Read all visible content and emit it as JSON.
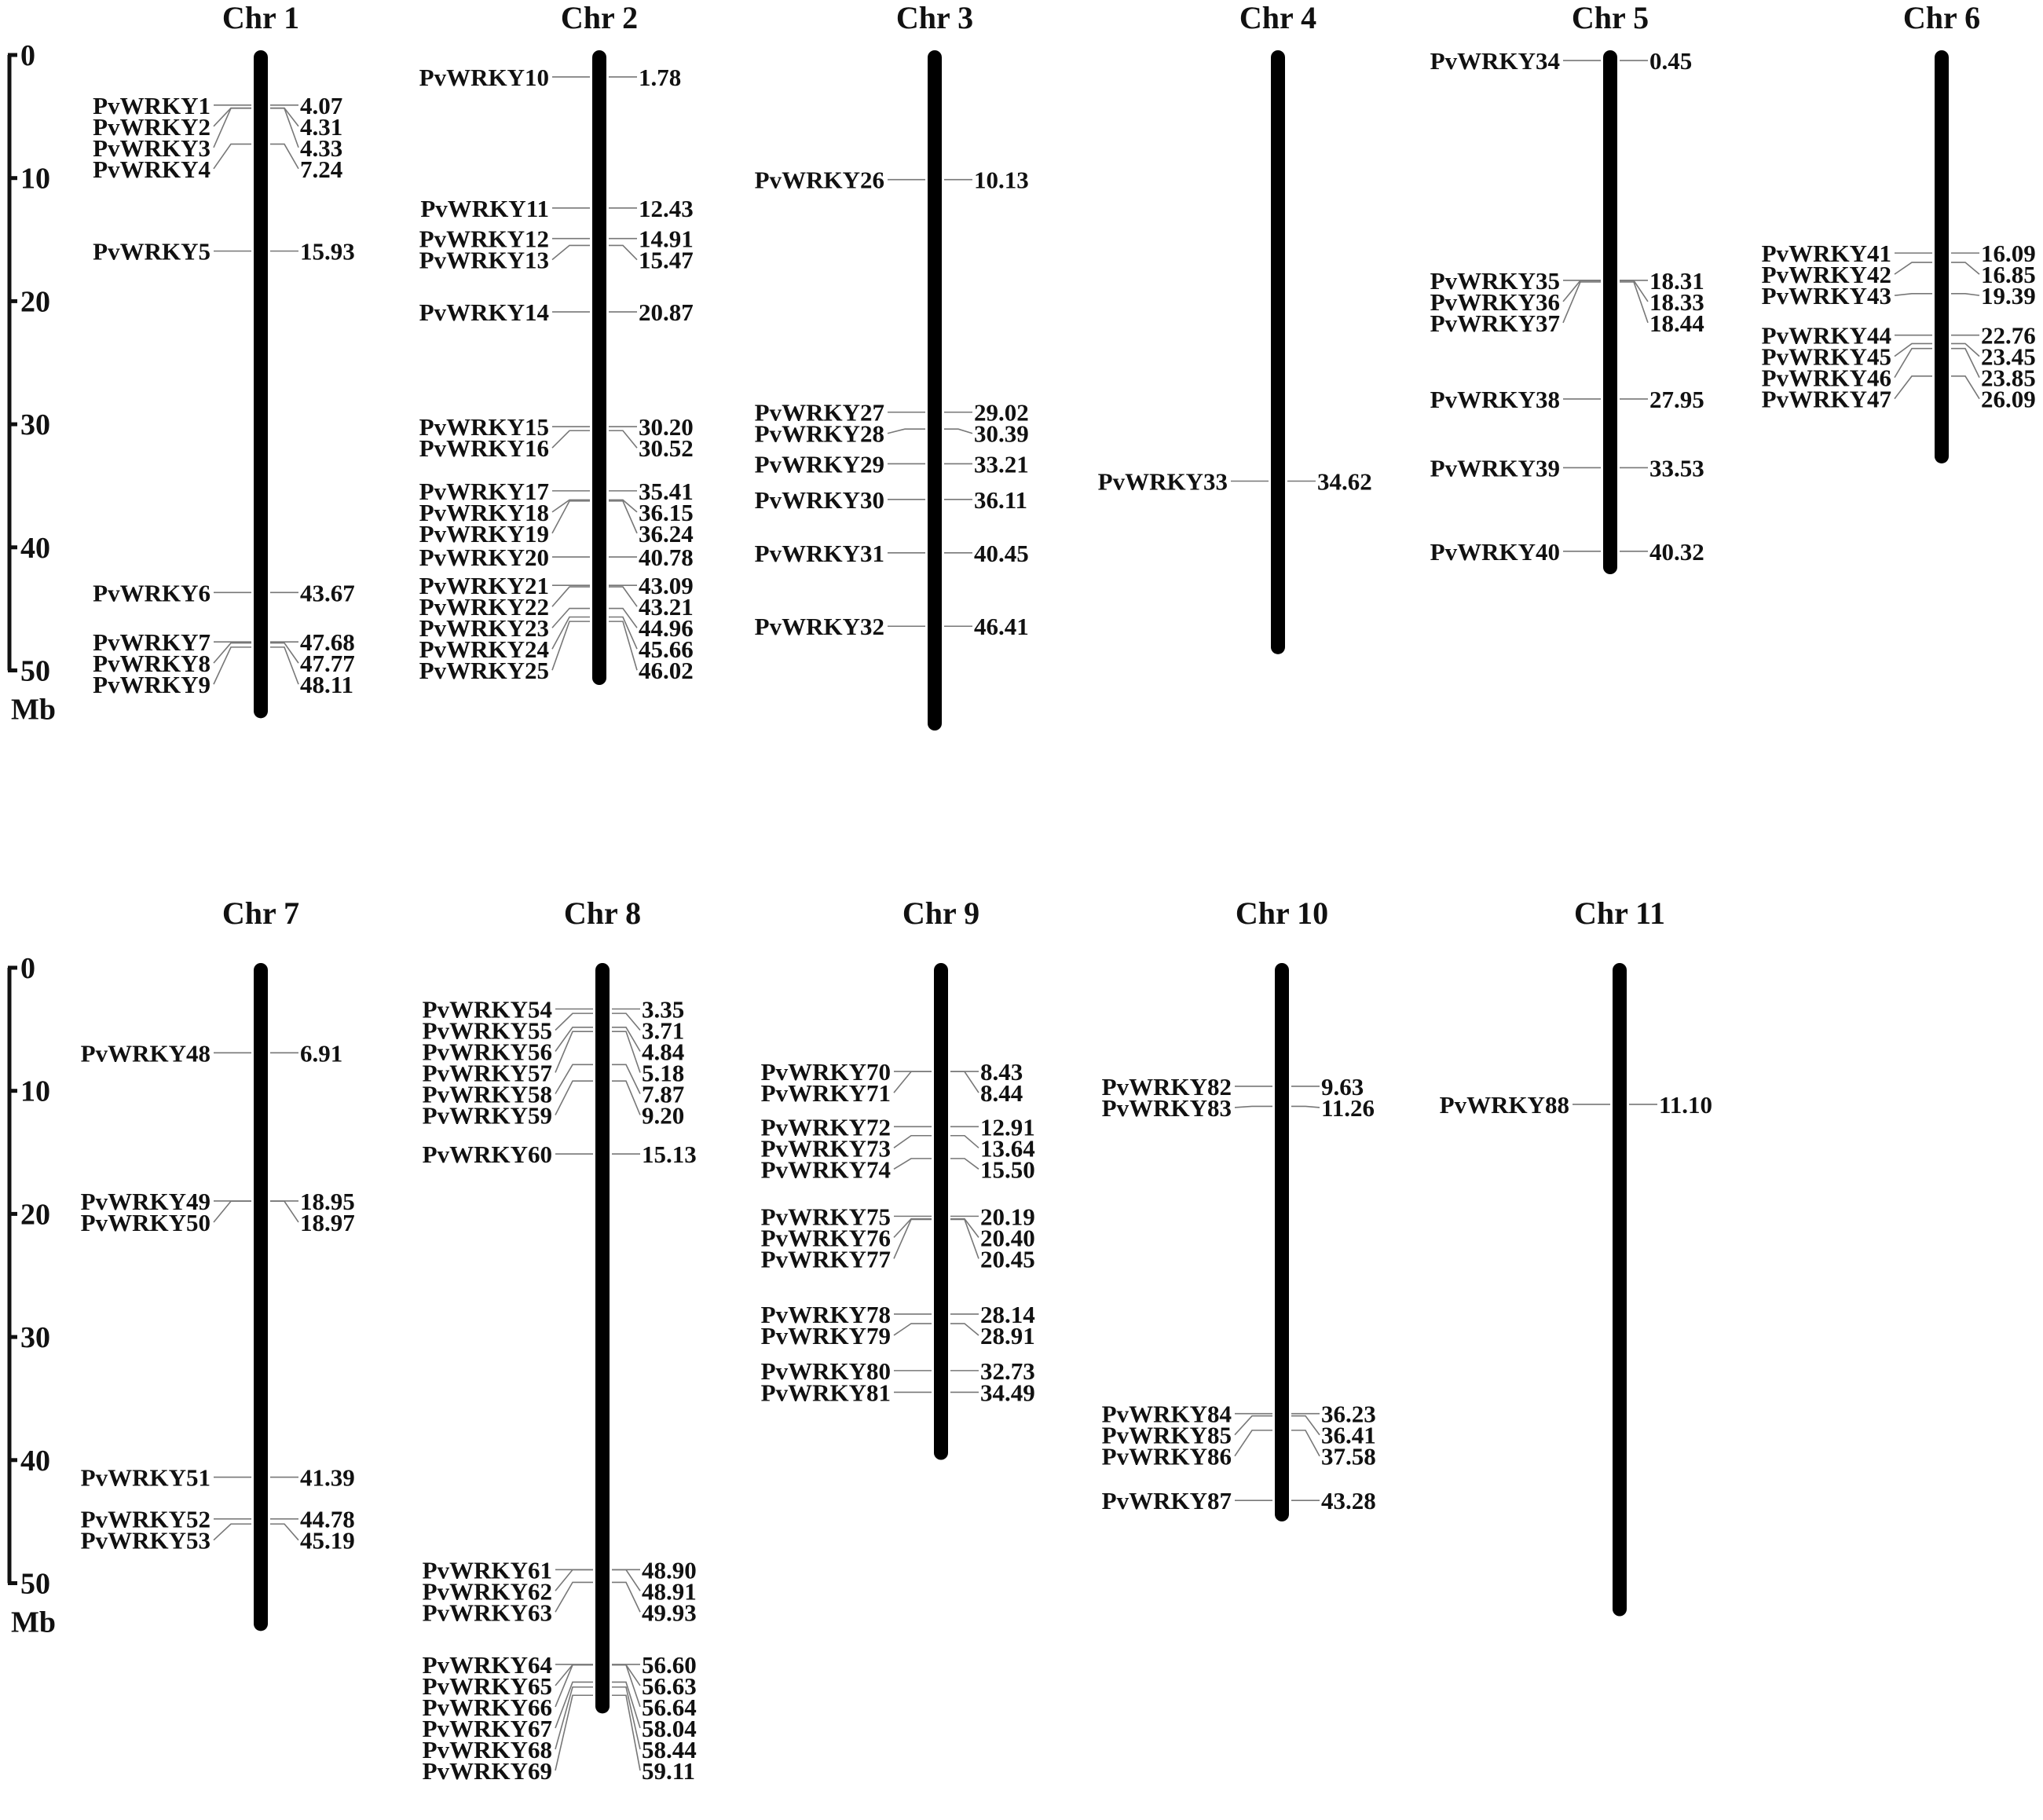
{
  "scale_unit": "Mb",
  "scale_ticks": [
    "0",
    "10",
    "20",
    "30",
    "40",
    "50"
  ],
  "chromosomes": [
    {
      "name": "Chr 1",
      "length": 53.5,
      "genes": [
        {
          "id": "PvWRKY1",
          "pos": "4.07"
        },
        {
          "id": "PvWRKY2",
          "pos": "4.31"
        },
        {
          "id": "PvWRKY3",
          "pos": "4.33"
        },
        {
          "id": "PvWRKY4",
          "pos": "7.24"
        },
        {
          "id": "PvWRKY5",
          "pos": "15.93"
        },
        {
          "id": "PvWRKY6",
          "pos": "43.67"
        },
        {
          "id": "PvWRKY7",
          "pos": "47.68"
        },
        {
          "id": "PvWRKY8",
          "pos": "47.77"
        },
        {
          "id": "PvWRKY9",
          "pos": "48.11"
        }
      ]
    },
    {
      "name": "Chr 2",
      "length": 50.8,
      "genes": [
        {
          "id": "PvWRKY10",
          "pos": "1.78"
        },
        {
          "id": "PvWRKY11",
          "pos": "12.43"
        },
        {
          "id": "PvWRKY12",
          "pos": "14.91"
        },
        {
          "id": "PvWRKY13",
          "pos": "15.47"
        },
        {
          "id": "PvWRKY14",
          "pos": "20.87"
        },
        {
          "id": "PvWRKY15",
          "pos": "30.20"
        },
        {
          "id": "PvWRKY16",
          "pos": "30.52"
        },
        {
          "id": "PvWRKY17",
          "pos": "35.41"
        },
        {
          "id": "PvWRKY18",
          "pos": "36.15"
        },
        {
          "id": "PvWRKY19",
          "pos": "36.24"
        },
        {
          "id": "PvWRKY20",
          "pos": "40.78"
        },
        {
          "id": "PvWRKY21",
          "pos": "43.09"
        },
        {
          "id": "PvWRKY22",
          "pos": "43.21"
        },
        {
          "id": "PvWRKY23",
          "pos": "44.96"
        },
        {
          "id": "PvWRKY24",
          "pos": "45.66"
        },
        {
          "id": "PvWRKY25",
          "pos": "46.02"
        }
      ]
    },
    {
      "name": "Chr 3",
      "length": 54.5,
      "genes": [
        {
          "id": "PvWRKY26",
          "pos": "10.13"
        },
        {
          "id": "PvWRKY27",
          "pos": "29.02"
        },
        {
          "id": "PvWRKY28",
          "pos": "30.39"
        },
        {
          "id": "PvWRKY29",
          "pos": "33.21"
        },
        {
          "id": "PvWRKY30",
          "pos": "36.11"
        },
        {
          "id": "PvWRKY31",
          "pos": "40.45"
        },
        {
          "id": "PvWRKY32",
          "pos": "46.41"
        }
      ]
    },
    {
      "name": "Chr 4",
      "length": 48.3,
      "genes": [
        {
          "id": "PvWRKY33",
          "pos": "34.62"
        }
      ]
    },
    {
      "name": "Chr 5",
      "length": 41.8,
      "genes": [
        {
          "id": "PvWRKY34",
          "pos": "0.45"
        },
        {
          "id": "PvWRKY35",
          "pos": "18.31"
        },
        {
          "id": "PvWRKY36",
          "pos": "18.33"
        },
        {
          "id": "PvWRKY37",
          "pos": "18.44"
        },
        {
          "id": "PvWRKY38",
          "pos": "27.95"
        },
        {
          "id": "PvWRKY39",
          "pos": "33.53"
        },
        {
          "id": "PvWRKY40",
          "pos": "40.32"
        }
      ]
    },
    {
      "name": "Chr 6",
      "length": 32.8,
      "genes": [
        {
          "id": "PvWRKY41",
          "pos": "16.09"
        },
        {
          "id": "PvWRKY42",
          "pos": "16.85"
        },
        {
          "id": "PvWRKY43",
          "pos": "19.39"
        },
        {
          "id": "PvWRKY44",
          "pos": "22.76"
        },
        {
          "id": "PvWRKY45",
          "pos": "23.45"
        },
        {
          "id": "PvWRKY46",
          "pos": "23.85"
        },
        {
          "id": "PvWRKY47",
          "pos": "26.09"
        }
      ]
    },
    {
      "name": "Chr 7",
      "length": 53.5,
      "genes": [
        {
          "id": "PvWRKY48",
          "pos": "6.91"
        },
        {
          "id": "PvWRKY49",
          "pos": "18.95"
        },
        {
          "id": "PvWRKY50",
          "pos": "18.97"
        },
        {
          "id": "PvWRKY51",
          "pos": "41.39"
        },
        {
          "id": "PvWRKY52",
          "pos": "44.78"
        },
        {
          "id": "PvWRKY53",
          "pos": "45.19"
        }
      ]
    },
    {
      "name": "Chr 8",
      "length": 60.2,
      "genes": [
        {
          "id": "PvWRKY54",
          "pos": "3.35"
        },
        {
          "id": "PvWRKY55",
          "pos": "3.71"
        },
        {
          "id": "PvWRKY56",
          "pos": "4.84"
        },
        {
          "id": "PvWRKY57",
          "pos": "5.18"
        },
        {
          "id": "PvWRKY58",
          "pos": "7.87"
        },
        {
          "id": "PvWRKY59",
          "pos": "9.20"
        },
        {
          "id": "PvWRKY60",
          "pos": "15.13"
        },
        {
          "id": "PvWRKY61",
          "pos": "48.90"
        },
        {
          "id": "PvWRKY62",
          "pos": "48.91"
        },
        {
          "id": "PvWRKY63",
          "pos": "49.93"
        },
        {
          "id": "PvWRKY64",
          "pos": "56.60"
        },
        {
          "id": "PvWRKY65",
          "pos": "56.63"
        },
        {
          "id": "PvWRKY66",
          "pos": "56.64"
        },
        {
          "id": "PvWRKY67",
          "pos": "58.04"
        },
        {
          "id": "PvWRKY68",
          "pos": "58.44"
        },
        {
          "id": "PvWRKY69",
          "pos": "59.11"
        }
      ]
    },
    {
      "name": "Chr 9",
      "length": 39.6,
      "genes": [
        {
          "id": "PvWRKY70",
          "pos": "8.43"
        },
        {
          "id": "PvWRKY71",
          "pos": "8.44"
        },
        {
          "id": "PvWRKY72",
          "pos": "12.91"
        },
        {
          "id": "PvWRKY73",
          "pos": "13.64"
        },
        {
          "id": "PvWRKY74",
          "pos": "15.50"
        },
        {
          "id": "PvWRKY75",
          "pos": "20.19"
        },
        {
          "id": "PvWRKY76",
          "pos": "20.40"
        },
        {
          "id": "PvWRKY77",
          "pos": "20.45"
        },
        {
          "id": "PvWRKY78",
          "pos": "28.14"
        },
        {
          "id": "PvWRKY79",
          "pos": "28.91"
        },
        {
          "id": "PvWRKY80",
          "pos": "32.73"
        },
        {
          "id": "PvWRKY81",
          "pos": "34.49"
        }
      ]
    },
    {
      "name": "Chr 10",
      "length": 44.6,
      "genes": [
        {
          "id": "PvWRKY82",
          "pos": "9.63"
        },
        {
          "id": "PvWRKY83",
          "pos": "11.26"
        },
        {
          "id": "PvWRKY84",
          "pos": "36.23"
        },
        {
          "id": "PvWRKY85",
          "pos": "36.41"
        },
        {
          "id": "PvWRKY86",
          "pos": "37.58"
        },
        {
          "id": "PvWRKY87",
          "pos": "43.28"
        }
      ]
    },
    {
      "name": "Chr 11",
      "length": 52.3,
      "genes": [
        {
          "id": "PvWRKY88",
          "pos": "11.10"
        }
      ]
    }
  ]
}
